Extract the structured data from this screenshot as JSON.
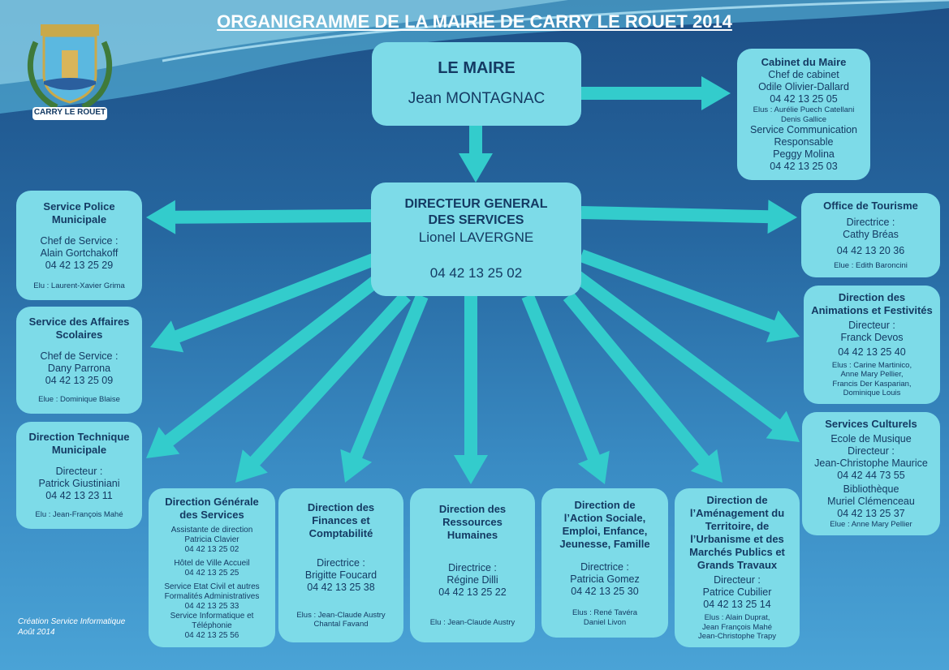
{
  "title": "ORGANIGRAMME DE LA MAIRIE DE CARRY LE ROUET 2014",
  "logo_text": "CARRY LE ROUET",
  "credit": [
    "Création Service Informatique",
    "Août 2014"
  ],
  "colors": {
    "box": "#7ddbe8",
    "arrow": "#33cccc",
    "text": "#143a63"
  },
  "boxes": [
    {
      "name": "le-maire",
      "groups": [
        [
          {
            "t": "LE MAIRE",
            "role": "bigtitle"
          }
        ],
        [
          {
            "t": "Jean MONTAGNAC",
            "role": "big"
          }
        ]
      ]
    },
    {
      "name": "cabinet-du-maire",
      "groups": [
        [
          {
            "t": "Cabinet du Maire",
            "role": "title"
          },
          {
            "t": "Chef de cabinet",
            "role": "text"
          },
          {
            "t": "Odile Olivier-Dallard",
            "role": "text"
          },
          {
            "t": "04 42 13 25 05",
            "role": "text"
          },
          {
            "t": "Elus : Aurélie Puech Catellani",
            "role": "elus"
          },
          {
            "t": "Denis Gallice",
            "role": "elus"
          },
          {
            "t": "Service Communication",
            "role": "text"
          },
          {
            "t": "Responsable",
            "role": "text"
          },
          {
            "t": "Peggy Molina",
            "role": "text"
          },
          {
            "t": "04 42 13 25 03",
            "role": "text"
          }
        ]
      ]
    },
    {
      "name": "directeur-general-des-services",
      "groups": [
        [
          {
            "t": "DIRECTEUR GENERAL",
            "role": "mtitle"
          },
          {
            "t": "DES SERVICES",
            "role": "mtitle"
          },
          {
            "t": "Lionel LAVERGNE",
            "role": "mtext"
          }
        ],
        [
          {
            "t": "04 42 13 25 02",
            "role": "mtext"
          }
        ]
      ]
    },
    {
      "name": "service-police-municipale",
      "groups": [
        [
          {
            "t": "Service Police",
            "role": "title"
          },
          {
            "t": "Municipale",
            "role": "title"
          }
        ],
        [
          {
            "t": "Chef de Service :",
            "role": "text"
          },
          {
            "t": "Alain Gortchakoff",
            "role": "text"
          },
          {
            "t": "04 42 13 25 29",
            "role": "text"
          }
        ],
        [
          {
            "t": "Elu : Laurent-Xavier Grima",
            "role": "elus"
          }
        ]
      ]
    },
    {
      "name": "service-affaires-scolaires",
      "groups": [
        [
          {
            "t": "Service des Affaires",
            "role": "title"
          },
          {
            "t": "Scolaires",
            "role": "title"
          }
        ],
        [
          {
            "t": "Chef de Service :",
            "role": "text"
          },
          {
            "t": "Dany Parrona",
            "role": "text"
          },
          {
            "t": "04 42 13 25 09",
            "role": "text"
          }
        ],
        [
          {
            "t": "Elue : Dominique Blaise",
            "role": "elus"
          }
        ]
      ]
    },
    {
      "name": "direction-technique-municipale",
      "groups": [
        [
          {
            "t": "Direction Technique",
            "role": "title"
          },
          {
            "t": "Municipale",
            "role": "title"
          }
        ],
        [
          {
            "t": "Directeur :",
            "role": "text"
          },
          {
            "t": "Patrick Giustiniani",
            "role": "text"
          },
          {
            "t": "04 42 13 23 11",
            "role": "text"
          }
        ],
        [
          {
            "t": "Elu : Jean-François Mahé",
            "role": "elus"
          }
        ]
      ]
    },
    {
      "name": "office-de-tourisme",
      "groups": [
        [
          {
            "t": "Office de Tourisme",
            "role": "title"
          }
        ],
        [
          {
            "t": "Directrice :",
            "role": "text"
          },
          {
            "t": "Cathy Bréas",
            "role": "text"
          }
        ],
        [
          {
            "t": "04 42 13 20 36",
            "role": "text"
          }
        ],
        [
          {
            "t": "Elue : Edith Baroncini",
            "role": "elus"
          }
        ]
      ]
    },
    {
      "name": "direction-animations-festivites",
      "groups": [
        [
          {
            "t": "Direction des",
            "role": "title"
          },
          {
            "t": "Animations et Festivités",
            "role": "title"
          }
        ],
        [
          {
            "t": "Directeur :",
            "role": "text"
          },
          {
            "t": "Franck Devos",
            "role": "text"
          }
        ],
        [
          {
            "t": "04 42 13 25 40",
            "role": "text"
          }
        ],
        [
          {
            "t": "Elus : Carine Martinico,",
            "role": "elus"
          },
          {
            "t": "Anne Mary Pellier,",
            "role": "elus"
          },
          {
            "t": "Francis Der Kasparian,",
            "role": "elus"
          },
          {
            "t": "Dominique Louis",
            "role": "elus"
          }
        ]
      ]
    },
    {
      "name": "services-culturels",
      "groups": [
        [
          {
            "t": "Services Culturels",
            "role": "title"
          }
        ],
        [
          {
            "t": "Ecole de Musique",
            "role": "text"
          },
          {
            "t": "Directeur :",
            "role": "text"
          },
          {
            "t": "Jean-Christophe Maurice",
            "role": "text"
          },
          {
            "t": "04 42 44 73 55",
            "role": "text"
          }
        ],
        [
          {
            "t": "Bibliothèque",
            "role": "text"
          },
          {
            "t": "Muriel Clémenceau",
            "role": "text"
          },
          {
            "t": "04 42 13 25 37",
            "role": "text"
          },
          {
            "t": "Elue : Anne Mary Pellier",
            "role": "elus"
          }
        ]
      ]
    },
    {
      "name": "direction-generale-des-services",
      "groups": [
        [
          {
            "t": "Direction Générale",
            "role": "title"
          },
          {
            "t": "des Services",
            "role": "title"
          }
        ],
        [
          {
            "t": "Assistante de direction",
            "role": "small"
          },
          {
            "t": "Patricia Clavier",
            "role": "small"
          },
          {
            "t": "04 42 13 25 02",
            "role": "small"
          }
        ],
        [
          {
            "t": "Hôtel de Ville Accueil",
            "role": "small"
          },
          {
            "t": "04 42 13 25 25",
            "role": "small"
          }
        ],
        [
          {
            "t": "Service Etat Civil et autres",
            "role": "small"
          },
          {
            "t": "Formalités Administratives",
            "role": "small"
          },
          {
            "t": "04 42 13 25 33",
            "role": "small"
          },
          {
            "t": "Service Informatique et",
            "role": "small"
          },
          {
            "t": "Téléphonie",
            "role": "small"
          },
          {
            "t": "04 42 13 25 56",
            "role": "small"
          }
        ]
      ]
    },
    {
      "name": "direction-finances-comptabilite",
      "groups": [
        [
          {
            "t": "Direction des",
            "role": "title"
          },
          {
            "t": "Finances et",
            "role": "title"
          },
          {
            "t": "Comptabilité",
            "role": "title"
          }
        ],
        [
          {
            "t": "Directrice :",
            "role": "text"
          },
          {
            "t": "Brigitte Foucard",
            "role": "text"
          },
          {
            "t": "04 42 13 25 38",
            "role": "text"
          }
        ],
        [
          {
            "t": "Elus : Jean-Claude Austry",
            "role": "elus"
          },
          {
            "t": "Chantal Favand",
            "role": "elus"
          }
        ]
      ]
    },
    {
      "name": "direction-ressources-humaines",
      "groups": [
        [
          {
            "t": "Direction des",
            "role": "title"
          },
          {
            "t": "Ressources",
            "role": "title"
          },
          {
            "t": "Humaines",
            "role": "title"
          }
        ],
        [
          {
            "t": "Directrice :",
            "role": "text"
          },
          {
            "t": "Régine Dilli",
            "role": "text"
          },
          {
            "t": "04 42 13 25 22",
            "role": "text"
          }
        ],
        [
          {
            "t": "Elu : Jean-Claude Austry",
            "role": "elus"
          }
        ]
      ]
    },
    {
      "name": "direction-action-sociale",
      "groups": [
        [
          {
            "t": "Direction de",
            "role": "title"
          },
          {
            "t": "l’Action Sociale,",
            "role": "title"
          },
          {
            "t": "Emploi, Enfance,",
            "role": "title"
          },
          {
            "t": "Jeunesse, Famille",
            "role": "title"
          }
        ],
        [
          {
            "t": "Directrice :",
            "role": "text"
          },
          {
            "t": "Patricia Gomez",
            "role": "text"
          },
          {
            "t": "04 42 13 25 30",
            "role": "text"
          }
        ],
        [
          {
            "t": "Elus : René Tavéra",
            "role": "elus"
          },
          {
            "t": "Daniel Livon",
            "role": "elus"
          }
        ]
      ]
    },
    {
      "name": "direction-amenagement-territoire",
      "groups": [
        [
          {
            "t": "Direction de",
            "role": "title"
          },
          {
            "t": "l’Aménagement du",
            "role": "title"
          },
          {
            "t": "Territoire, de",
            "role": "title"
          },
          {
            "t": "l’Urbanisme et des",
            "role": "title"
          },
          {
            "t": "Marchés Publics et",
            "role": "title"
          },
          {
            "t": "Grands Travaux",
            "role": "title"
          }
        ],
        [
          {
            "t": "Directeur :",
            "role": "text"
          },
          {
            "t": "Patrice Cubilier",
            "role": "text"
          },
          {
            "t": "04 42 13 25 14",
            "role": "text"
          }
        ],
        [
          {
            "t": "Elus : Alain Duprat,",
            "role": "elus"
          },
          {
            "t": "Jean François Mahé",
            "role": "elus"
          },
          {
            "t": "Jean-Christophe Trapy",
            "role": "elus"
          }
        ]
      ]
    }
  ]
}
